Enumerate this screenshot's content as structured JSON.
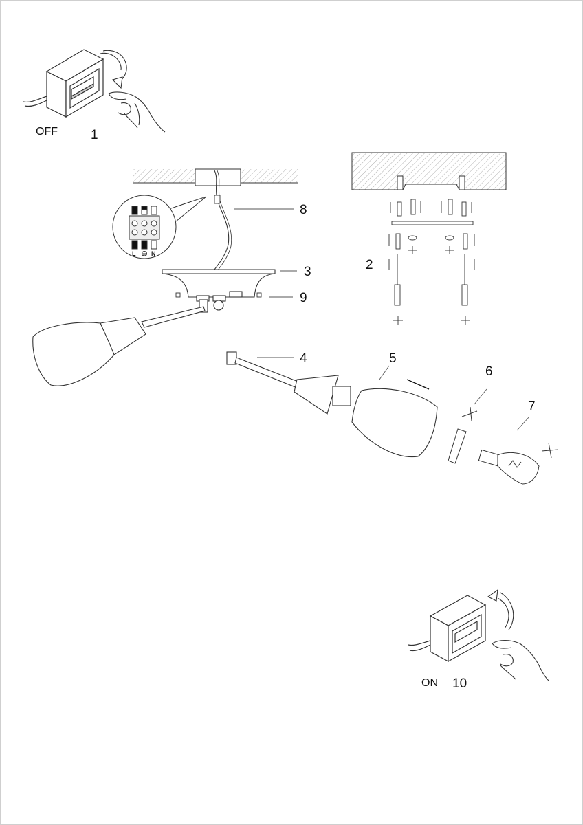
{
  "step1": {
    "number": "1",
    "state": "OFF"
  },
  "step10": {
    "number": "10",
    "state": "ON"
  },
  "callouts": {
    "canopy": "3",
    "arm": "4",
    "shade": "5",
    "ring": "6",
    "bulb": "7",
    "cable": "8",
    "screws": "9",
    "mounting": "2"
  },
  "terminal": {
    "live": "L",
    "neutral": "N"
  },
  "icons": [
    "wall-switch-icon",
    "hand-icon",
    "rotate-arrow-icon",
    "screwdriver-icon",
    "wall-plug-icon",
    "screw-icon",
    "ceiling-icon",
    "light-bulb-icon",
    "glass-shade-icon",
    "ground-symbol-icon"
  ],
  "colors": {
    "line": "#333333",
    "hatch": "#9a9a9a"
  }
}
